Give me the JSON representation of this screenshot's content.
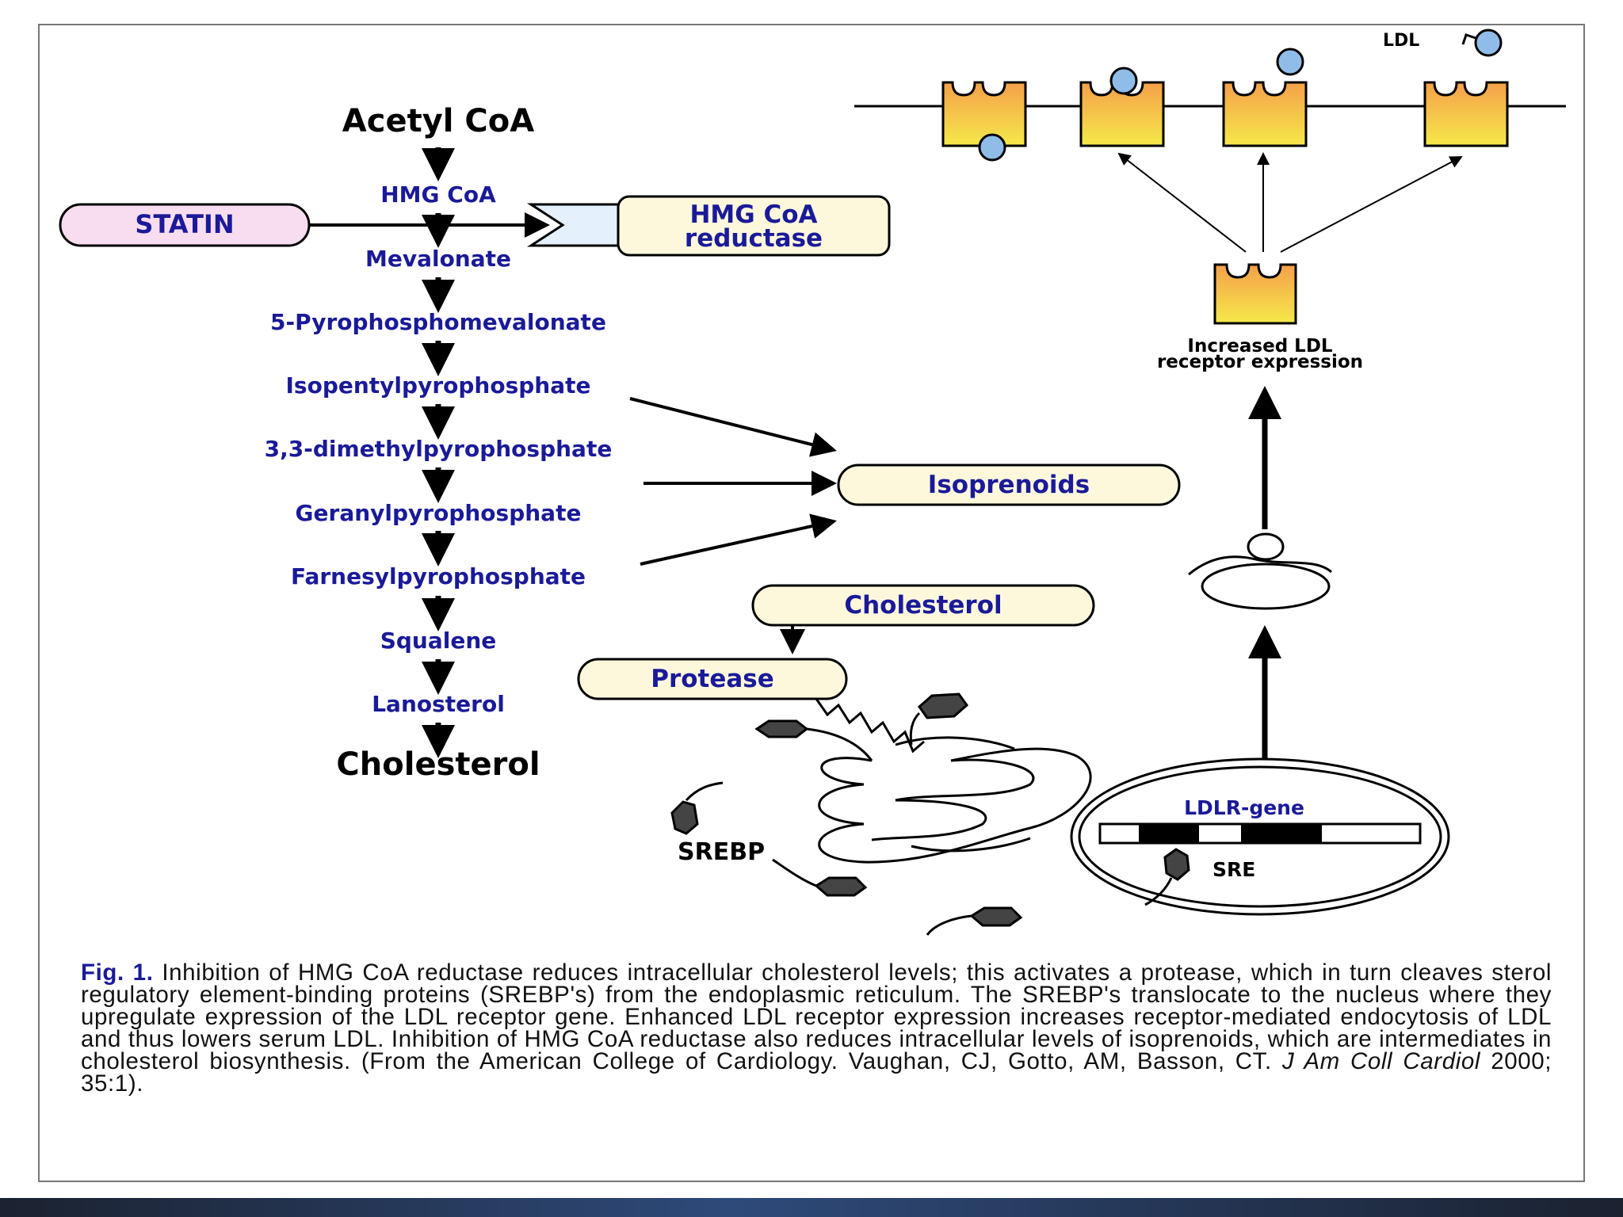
{
  "pathway": {
    "start": "Acetyl CoA",
    "steps": [
      "HMG CoA",
      "Mevalonate",
      "5-Pyrophosphomevalonate",
      "Isopentylpyrophosphate",
      "3,3-dimethylpyrophosphate",
      "Geranylpyrophosphate",
      "Farnesylpyrophosphate",
      "Squalene",
      "Lanosterol"
    ],
    "end": "Cholesterol"
  },
  "statin": "STATIN",
  "enzyme": {
    "line1": "HMG CoA",
    "line2": "reductase"
  },
  "isoprenoids": "Isoprenoids",
  "cholesterol_box": "Cholesterol",
  "protease": "Protease",
  "srebp": "SREBP",
  "ldlr_gene": "LDLR-gene",
  "sre": "SRE",
  "ldl": "LDL",
  "receptor_expression": {
    "line1": "Increased LDL",
    "line2": "receptor expression"
  },
  "colors": {
    "statin_fill": "#f8dcf0",
    "box_fill": "#fdf8dc",
    "receptor_top": "#f5a04a",
    "receptor_bottom": "#f5e94a",
    "ldl_fill": "#8fbde8",
    "pathway_text": "#1a1a99"
  },
  "caption": {
    "label": "Fig. 1.",
    "text": "Inhibition of HMG CoA reductase reduces intracellular cholesterol levels; this activates a protease, which in turn cleaves sterol regulatory element-binding proteins (SREBP's) from the endoplasmic reticulum. The SREBP's translocate to the nucleus where they upregulate expression of the LDL receptor gene. Enhanced LDL receptor expression increases receptor-mediated endocytosis of LDL and thus lowers serum LDL. Inhibition of HMG CoA reductase also reduces intracellular levels of isoprenoids, which are intermediates in cholesterol biosynthesis. (From the American College of Cardiology. Vaughan, CJ, Gotto, AM, Basson, CT.",
    "journal": "J Am Coll Cardiol",
    "citation_end": "2000; 35:1)."
  }
}
